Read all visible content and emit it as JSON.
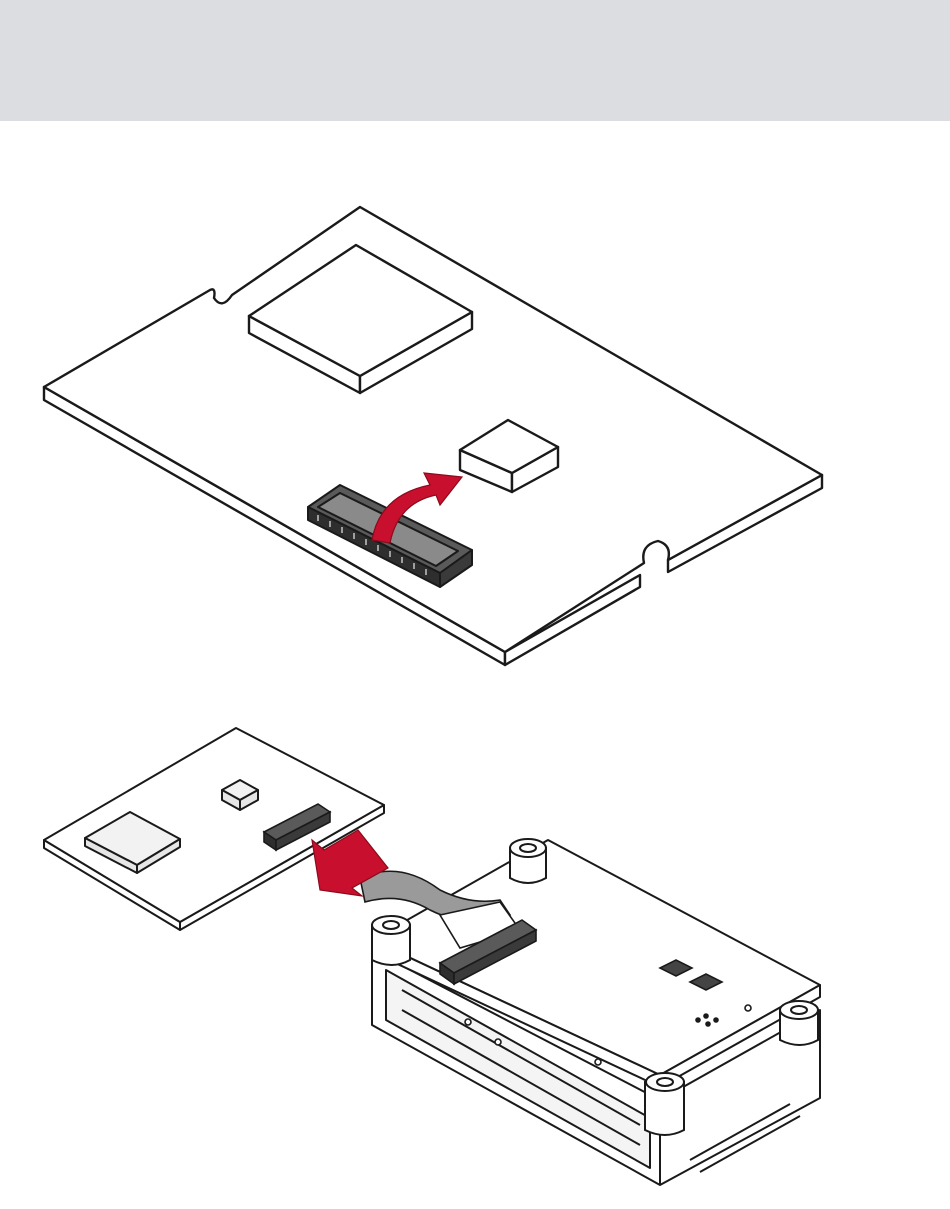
{
  "header": {
    "band_color": "#dcdde1"
  },
  "colors": {
    "accent_arrow": "#c8102e",
    "arrow_shade": "#8c0a1c",
    "line": "#1a1a1a",
    "cable": "#9a9a9a",
    "connector": "#4a4a4a"
  },
  "illustrations": [
    {
      "id": "step1",
      "icon": "remove-protective-cap"
    },
    {
      "id": "step2",
      "icon": "connect-ribbon-cable"
    }
  ]
}
